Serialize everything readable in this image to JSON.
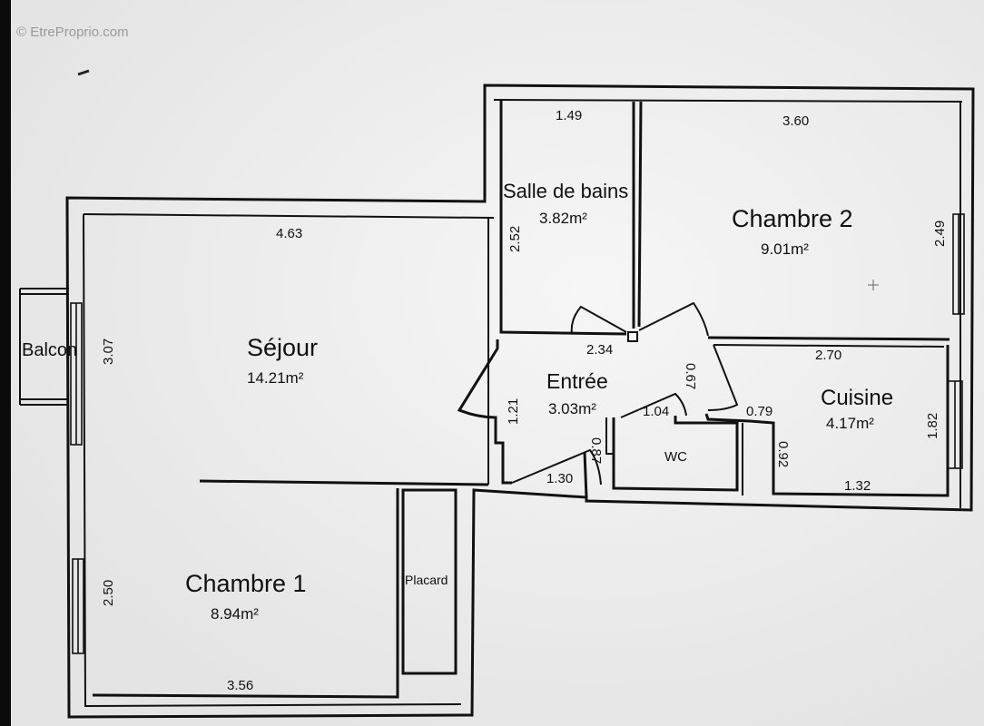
{
  "watermark": "© EtreProprio.com",
  "rooms": {
    "salle_de_bains": {
      "name": "Salle de bains",
      "area": "3.82m²"
    },
    "chambre2": {
      "name": "Chambre 2",
      "area": "9.01m²"
    },
    "sejour": {
      "name": "Séjour",
      "area": "14.21m²"
    },
    "entree": {
      "name": "Entrée",
      "area": "3.03m²"
    },
    "cuisine": {
      "name": "Cuisine",
      "area": "4.17m²"
    },
    "wc": {
      "name": "WC"
    },
    "chambre1": {
      "name": "Chambre 1",
      "area": "8.94m²"
    },
    "placard": {
      "name": "Placard"
    },
    "balcon": {
      "name": "Balcon"
    }
  },
  "dimensions": {
    "sdb_width": "1.49",
    "sdb_height": "2.52",
    "ch2_width": "3.60",
    "ch2_height": "2.49",
    "sejour_width": "4.63",
    "sejour_height": "3.07",
    "entree_width": "2.34",
    "entree_height": "1.21",
    "entree_side": "0.67",
    "entree_bottom": "1.30",
    "wc_width": "1.04",
    "wc_door": "0.87",
    "cuisine_width": "2.70",
    "cuisine_height": "1.82",
    "cuisine_step_w": "0.79",
    "cuisine_step_h": "0.92",
    "cuisine_bottom": "1.32",
    "ch1_height": "2.50",
    "ch1_width": "3.56"
  }
}
